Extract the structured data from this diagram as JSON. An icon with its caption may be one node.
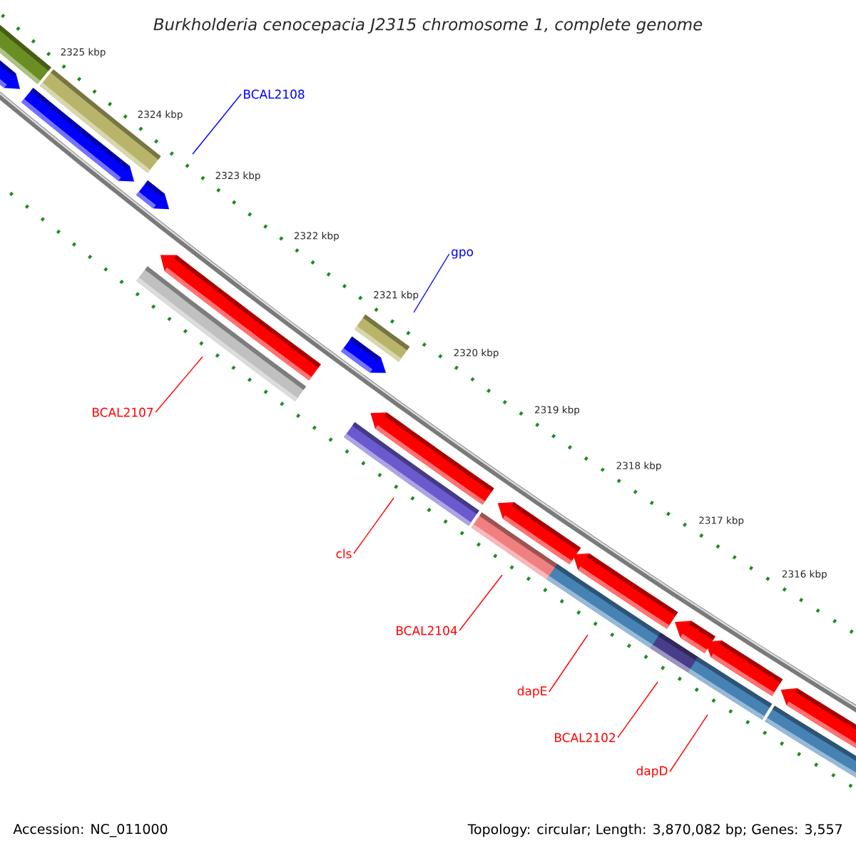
{
  "diagram": {
    "title": "Burkholderia cenocepacia J2315 chromosome 1, complete genome",
    "nodes": [
      {
        "text": [
          "BCAL2108"
        ]
      },
      {
        "text": [
          "gpo"
        ]
      },
      {
        "text": [
          "BCAL2107"
        ]
      },
      {
        "text": [
          "cls"
        ]
      },
      {
        "text": [
          "BCAL2104"
        ]
      },
      {
        "text": [
          "dapE"
        ]
      },
      {
        "text": [
          "BCAL2102"
        ]
      },
      {
        "text": [
          "dapD"
        ]
      }
    ],
    "edges": [
      {
        "from": 0,
        "to": null,
        "arrow": "none",
        "color": "#0000ff"
      },
      {
        "from": 1,
        "to": null,
        "arrow": "none",
        "color": "#0000ff"
      },
      {
        "from": 2,
        "to": null,
        "arrow": "none"
      },
      {
        "from": 3,
        "to": null,
        "arrow": "none"
      },
      {
        "from": 4,
        "to": null,
        "arrow": "none"
      },
      {
        "from": 5,
        "to": null,
        "arrow": "none"
      },
      {
        "from": 6,
        "to": null,
        "arrow": "none"
      },
      {
        "from": 7,
        "to": null,
        "arrow": "none"
      }
    ],
    "labels": [
      "2325 kbp",
      "2324 kbp",
      "2323 kbp",
      "2322 kbp",
      "2321 kbp",
      "2320 kbp",
      "2319 kbp",
      "2318 kbp",
      "2317 kbp",
      "2316 kbp",
      "Accession: NC_011000",
      "Topology: circular; Length: 3,870,082 bp; Genes: 3,557"
    ]
  }
}
